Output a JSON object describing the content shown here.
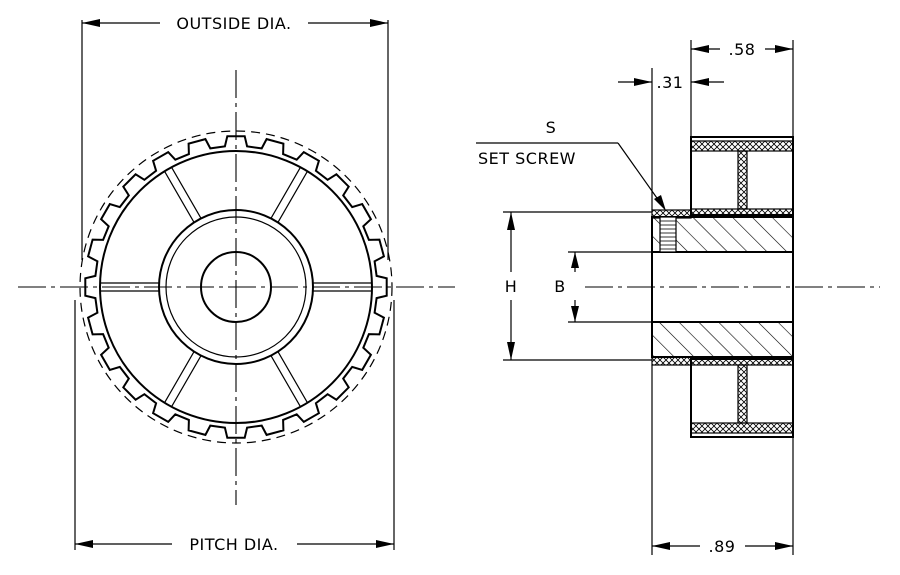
{
  "labels": {
    "outside_dia": "OUTSIDE DIA.",
    "pitch_dia": "PITCH DIA.",
    "dim_58": ".58",
    "dim_31": ".31",
    "dim_89": ".89",
    "s": "S",
    "set_screw": "SET SCREW",
    "h": "H",
    "b": "B"
  }
}
